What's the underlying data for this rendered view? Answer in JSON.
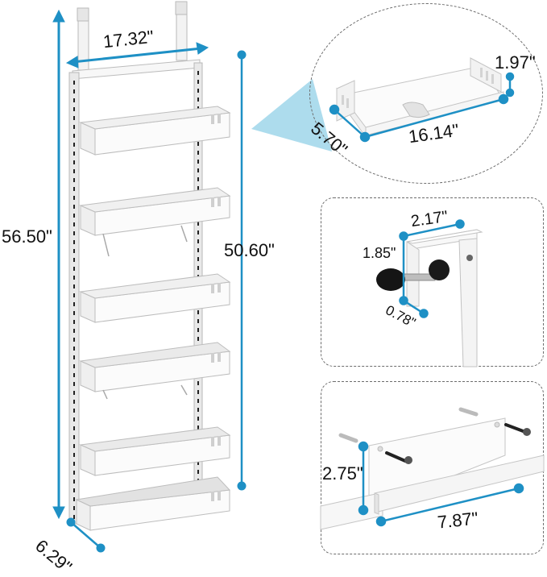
{
  "diagram": {
    "type": "product-dimension-diagram",
    "accent_color": "#1e90c5",
    "callout_fill": "#9fd6ea",
    "main_rack": {
      "shelf_count": 6,
      "dimensions": {
        "overall_height": "56.50\"",
        "rack_height": "50.60\"",
        "width": "17.32\"",
        "depth": "6.29\""
      }
    },
    "shelf_detail": {
      "dimensions": {
        "length": "16.14\"",
        "depth": "5.70\"",
        "height": "1.97\""
      }
    },
    "door_hook_detail": {
      "dimensions": {
        "width": "2.17\"",
        "height": "1.85\"",
        "thickness": "0.78\""
      }
    },
    "wall_mount_detail": {
      "dimensions": {
        "height": "2.75\"",
        "length": "7.87\""
      }
    }
  }
}
